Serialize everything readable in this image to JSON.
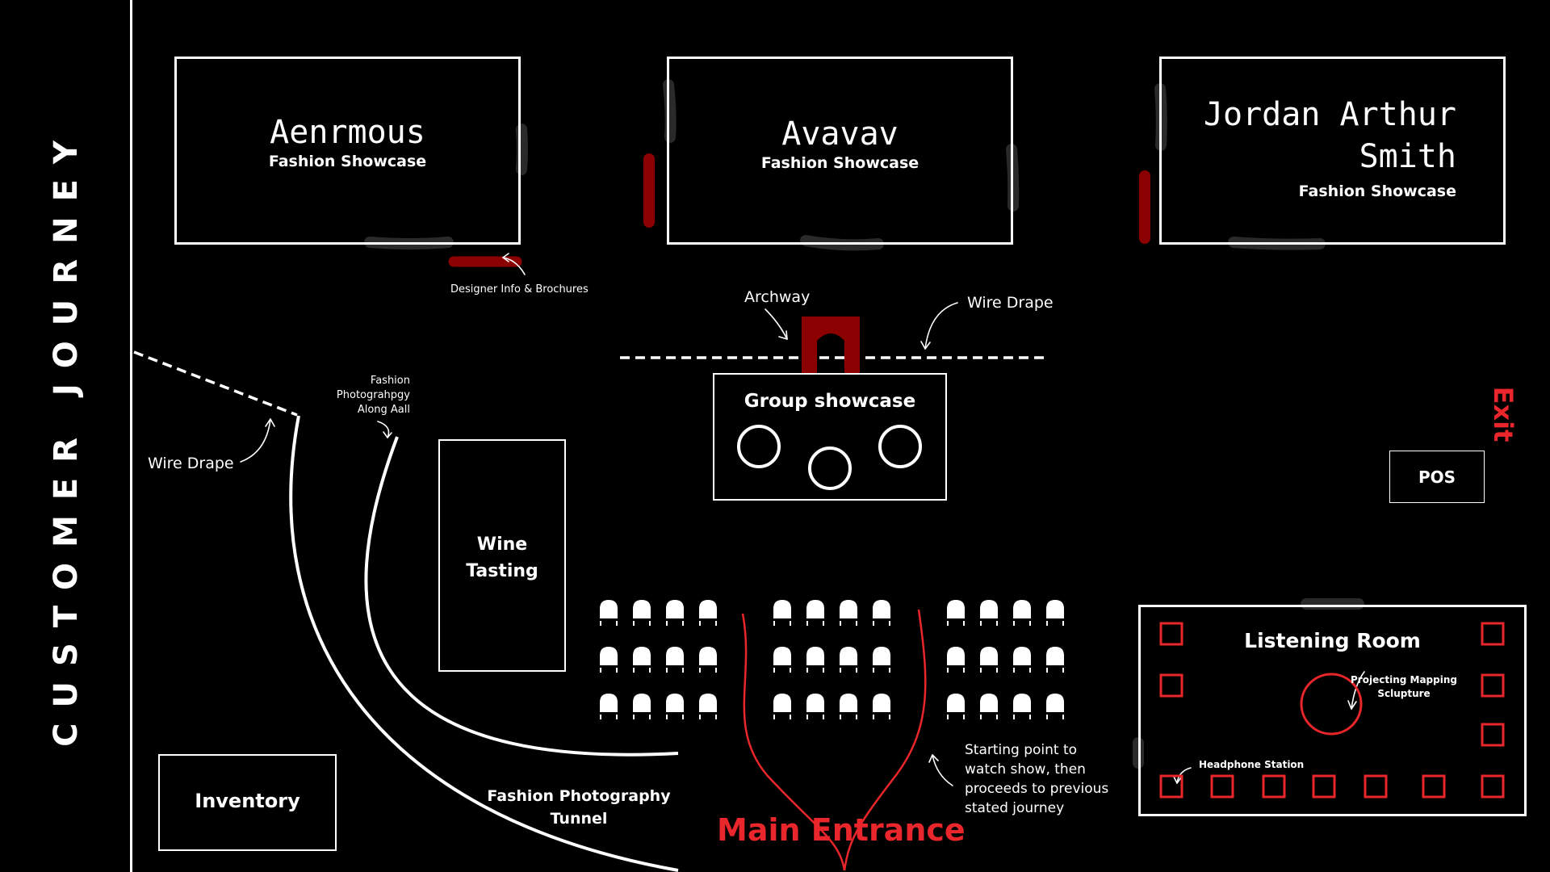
{
  "side_title": "CUSTOMER JOURNEY",
  "showcases": [
    {
      "name": "Aenrmous",
      "subtitle": "Fashion Showcase"
    },
    {
      "name": "Avavav",
      "subtitle": "Fashion Showcase"
    },
    {
      "name_line1": "Jordan Arthur",
      "name_line2": "Smith",
      "subtitle": "Fashion Showcase"
    }
  ],
  "labels": {
    "designer_info": "Designer Info & Brochures",
    "archway": "Archway",
    "wire_drape_top": "Wire Drape",
    "wire_drape_left": "Wire Drape",
    "fashion_wall_line1": "Fashion",
    "fashion_wall_line2": "Photograhpgy",
    "fashion_wall_line3": "Along Aall",
    "group_showcase": "Group showcase",
    "wine_line1": "Wine",
    "wine_line2": "Tasting",
    "pos": "POS",
    "exit": "Exit",
    "inventory": "Inventory",
    "tunnel_line1": "Fashion Photography",
    "tunnel_line2": "Tunnel",
    "main_entrance": "Main Entrance",
    "start_line1": "Starting point to",
    "start_line2": "watch show, then",
    "start_line3": "proceeds to previous",
    "start_line4": "stated journey",
    "listening_room": "Listening Room",
    "projecting_line1": "Projecting Mapping",
    "projecting_line2": "Sclupture",
    "headphone_station": "Headphone Station"
  },
  "colors": {
    "background": "#000000",
    "line": "#ffffff",
    "accent_red": "#e8262b",
    "dark_red": "#8b0000",
    "drape": "#2a2a2a"
  }
}
